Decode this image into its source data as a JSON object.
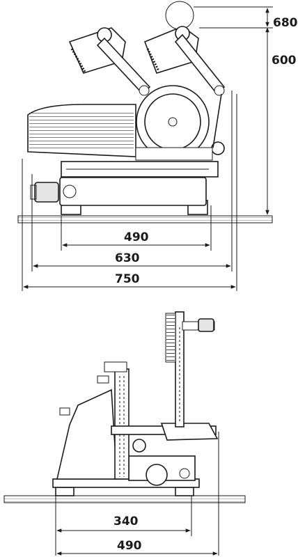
{
  "dimensions": {
    "top_height_max": "680",
    "top_height": "600",
    "top_width_1": "490",
    "top_width_2": "630",
    "top_width_3": "750",
    "bottom_width_1": "340",
    "bottom_width_2": "490"
  },
  "icons": {
    "slicer_side_view": "meat-slicer-side-view",
    "slicer_front_view": "meat-slicer-front-view"
  }
}
